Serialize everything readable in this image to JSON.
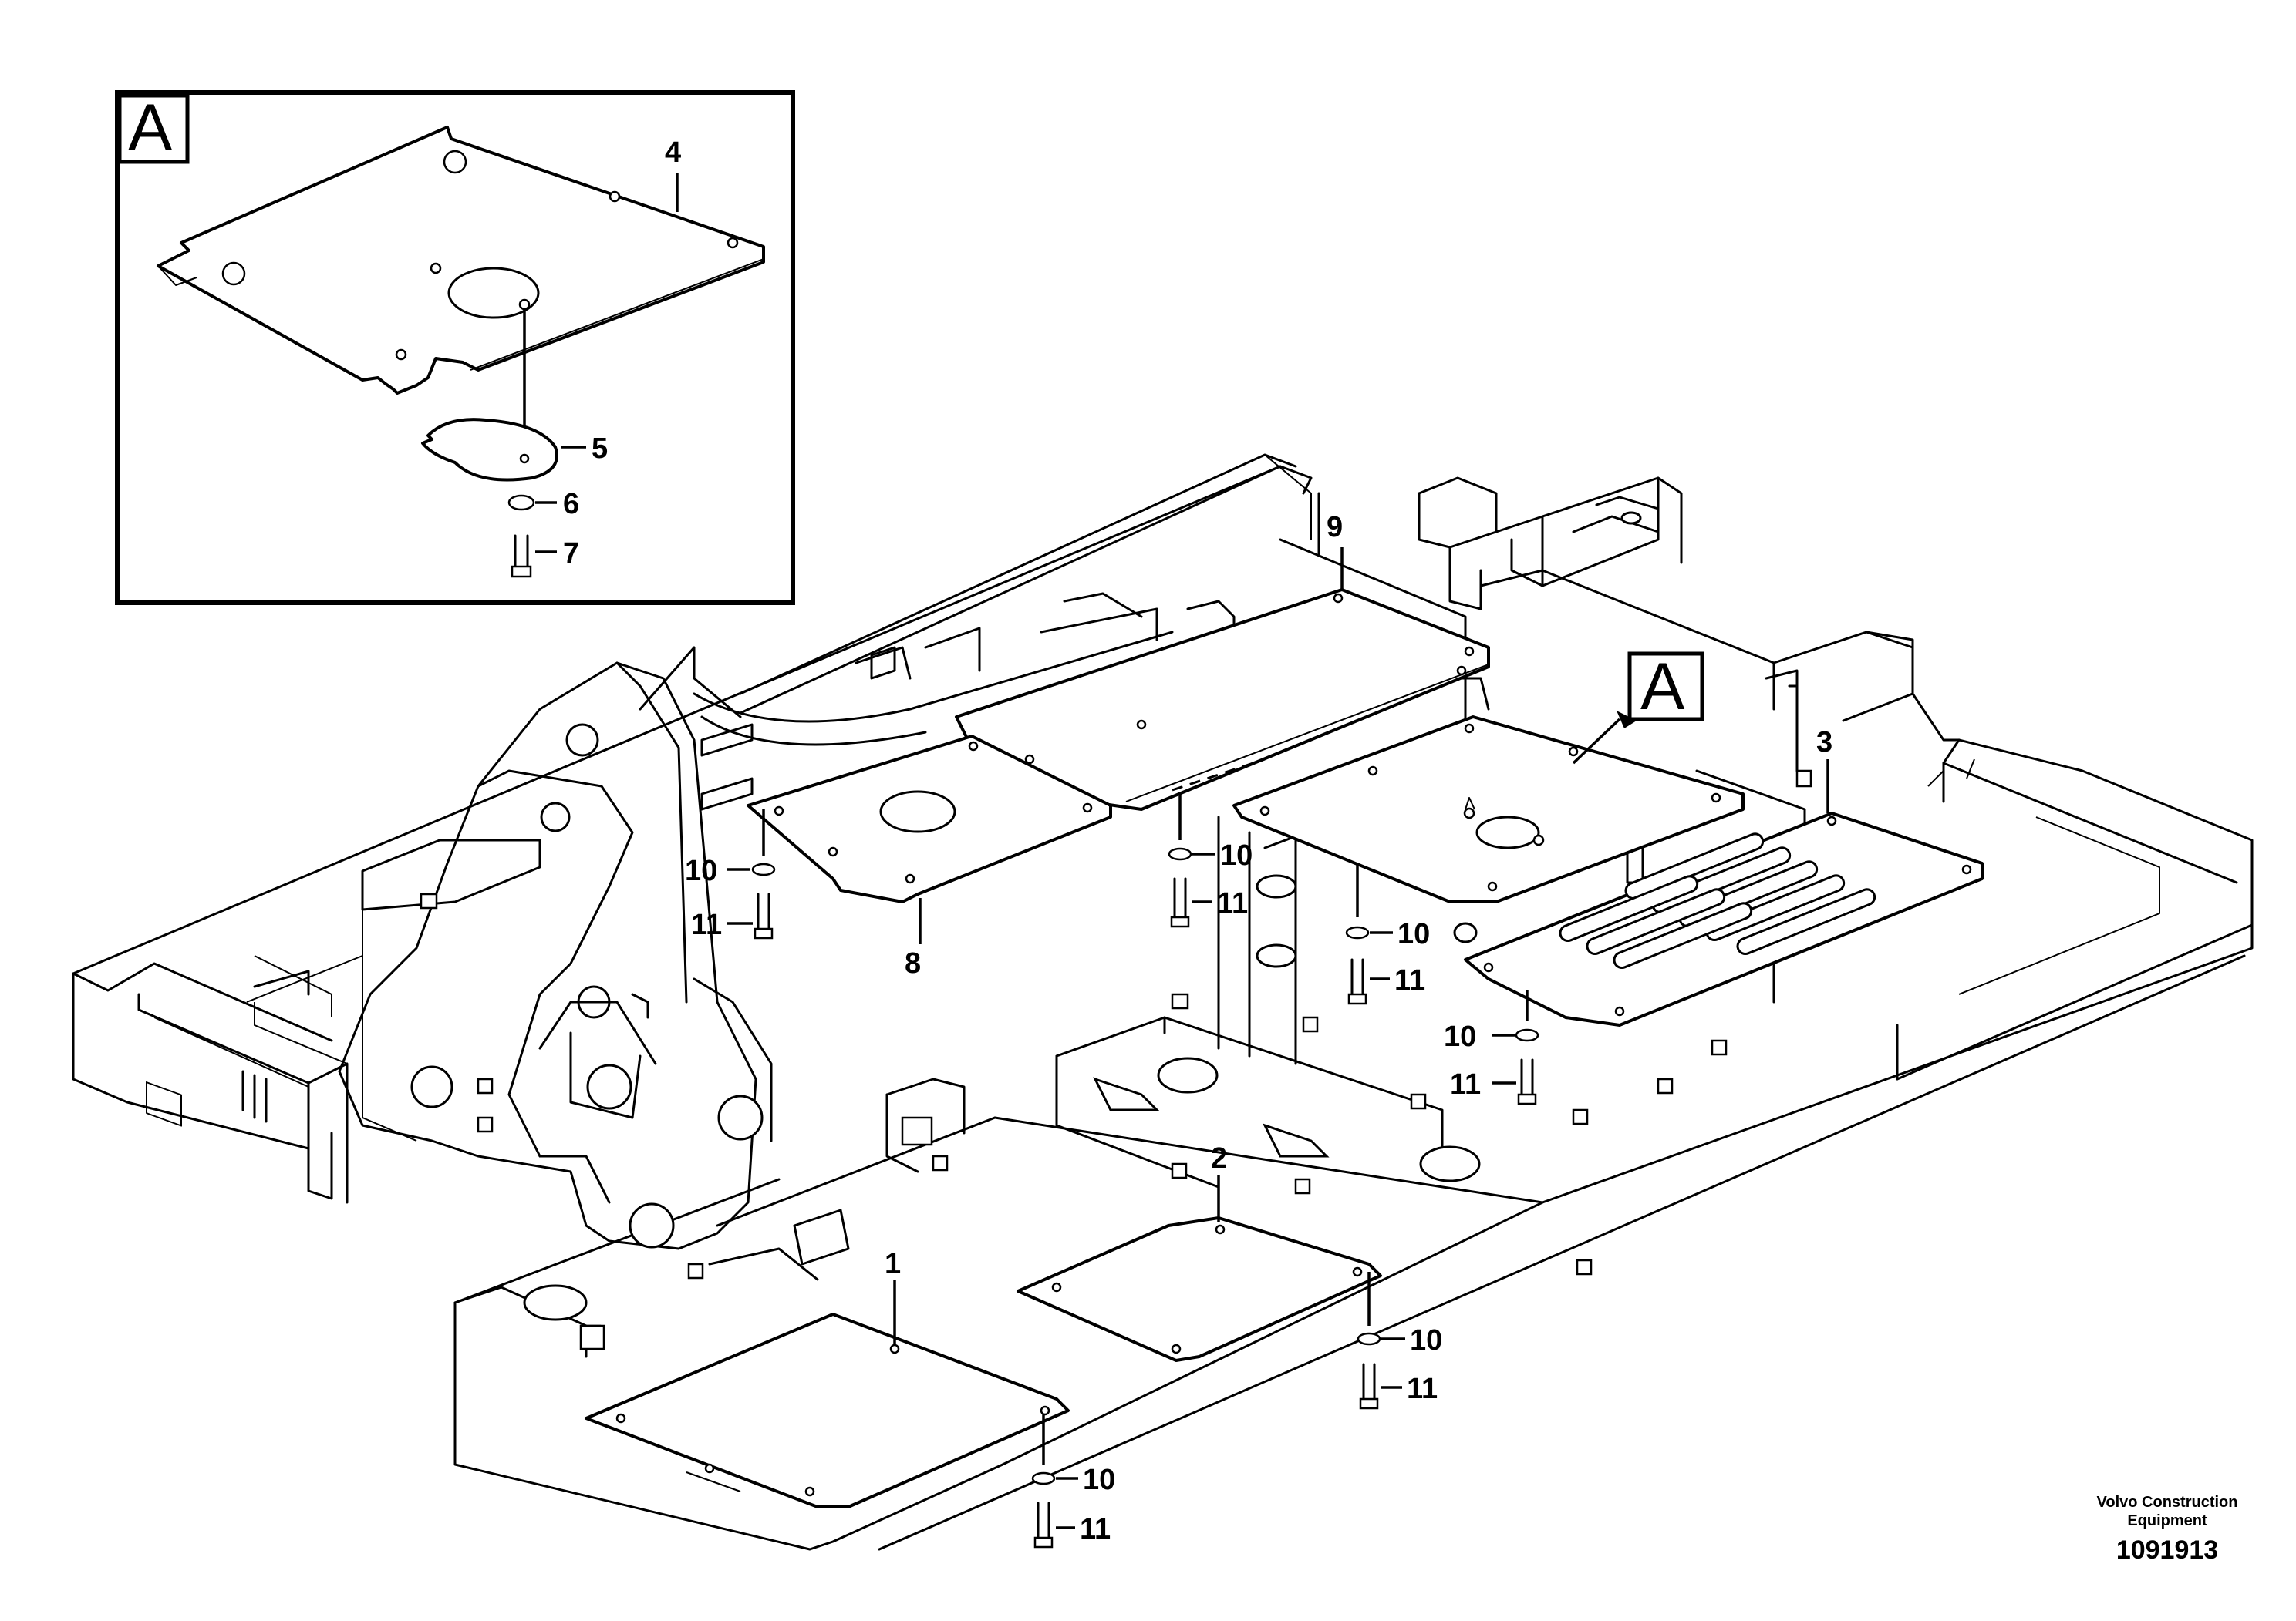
{
  "detail_label": "A",
  "callout_label": "A",
  "parts": {
    "p1": "1",
    "p2": "2",
    "p3": "3",
    "p4": "4",
    "p5": "5",
    "p6": "6",
    "p7": "7",
    "p8": "8",
    "p9": "9",
    "p10": "10",
    "p11": "11"
  },
  "brand": {
    "line1": "Volvo Construction",
    "line2": "Equipment"
  },
  "drawing_number": "1091913"
}
